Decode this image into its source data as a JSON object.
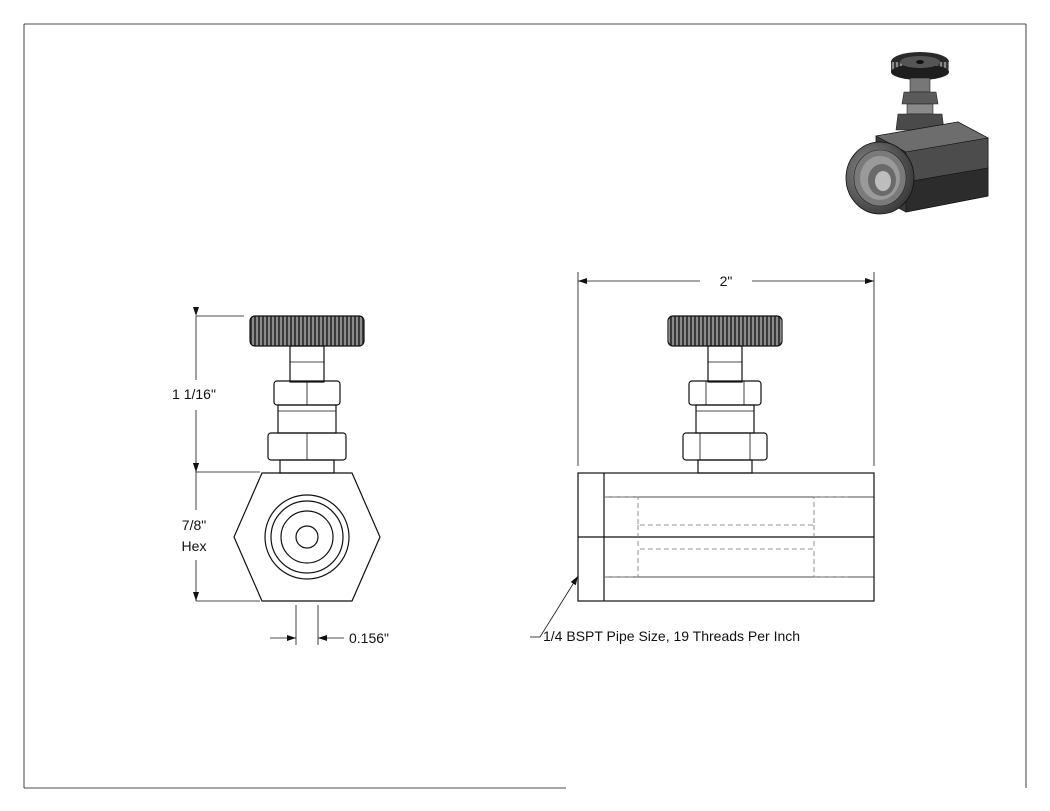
{
  "dimensions": {
    "height": "1 1/16\"",
    "hex_size": "7/8\"",
    "hex_word": "Hex",
    "bore": "0.156\"",
    "length": "2\""
  },
  "callout": {
    "thread": "1/4 BSPT Pipe Size, 19 Threads Per Inch"
  }
}
